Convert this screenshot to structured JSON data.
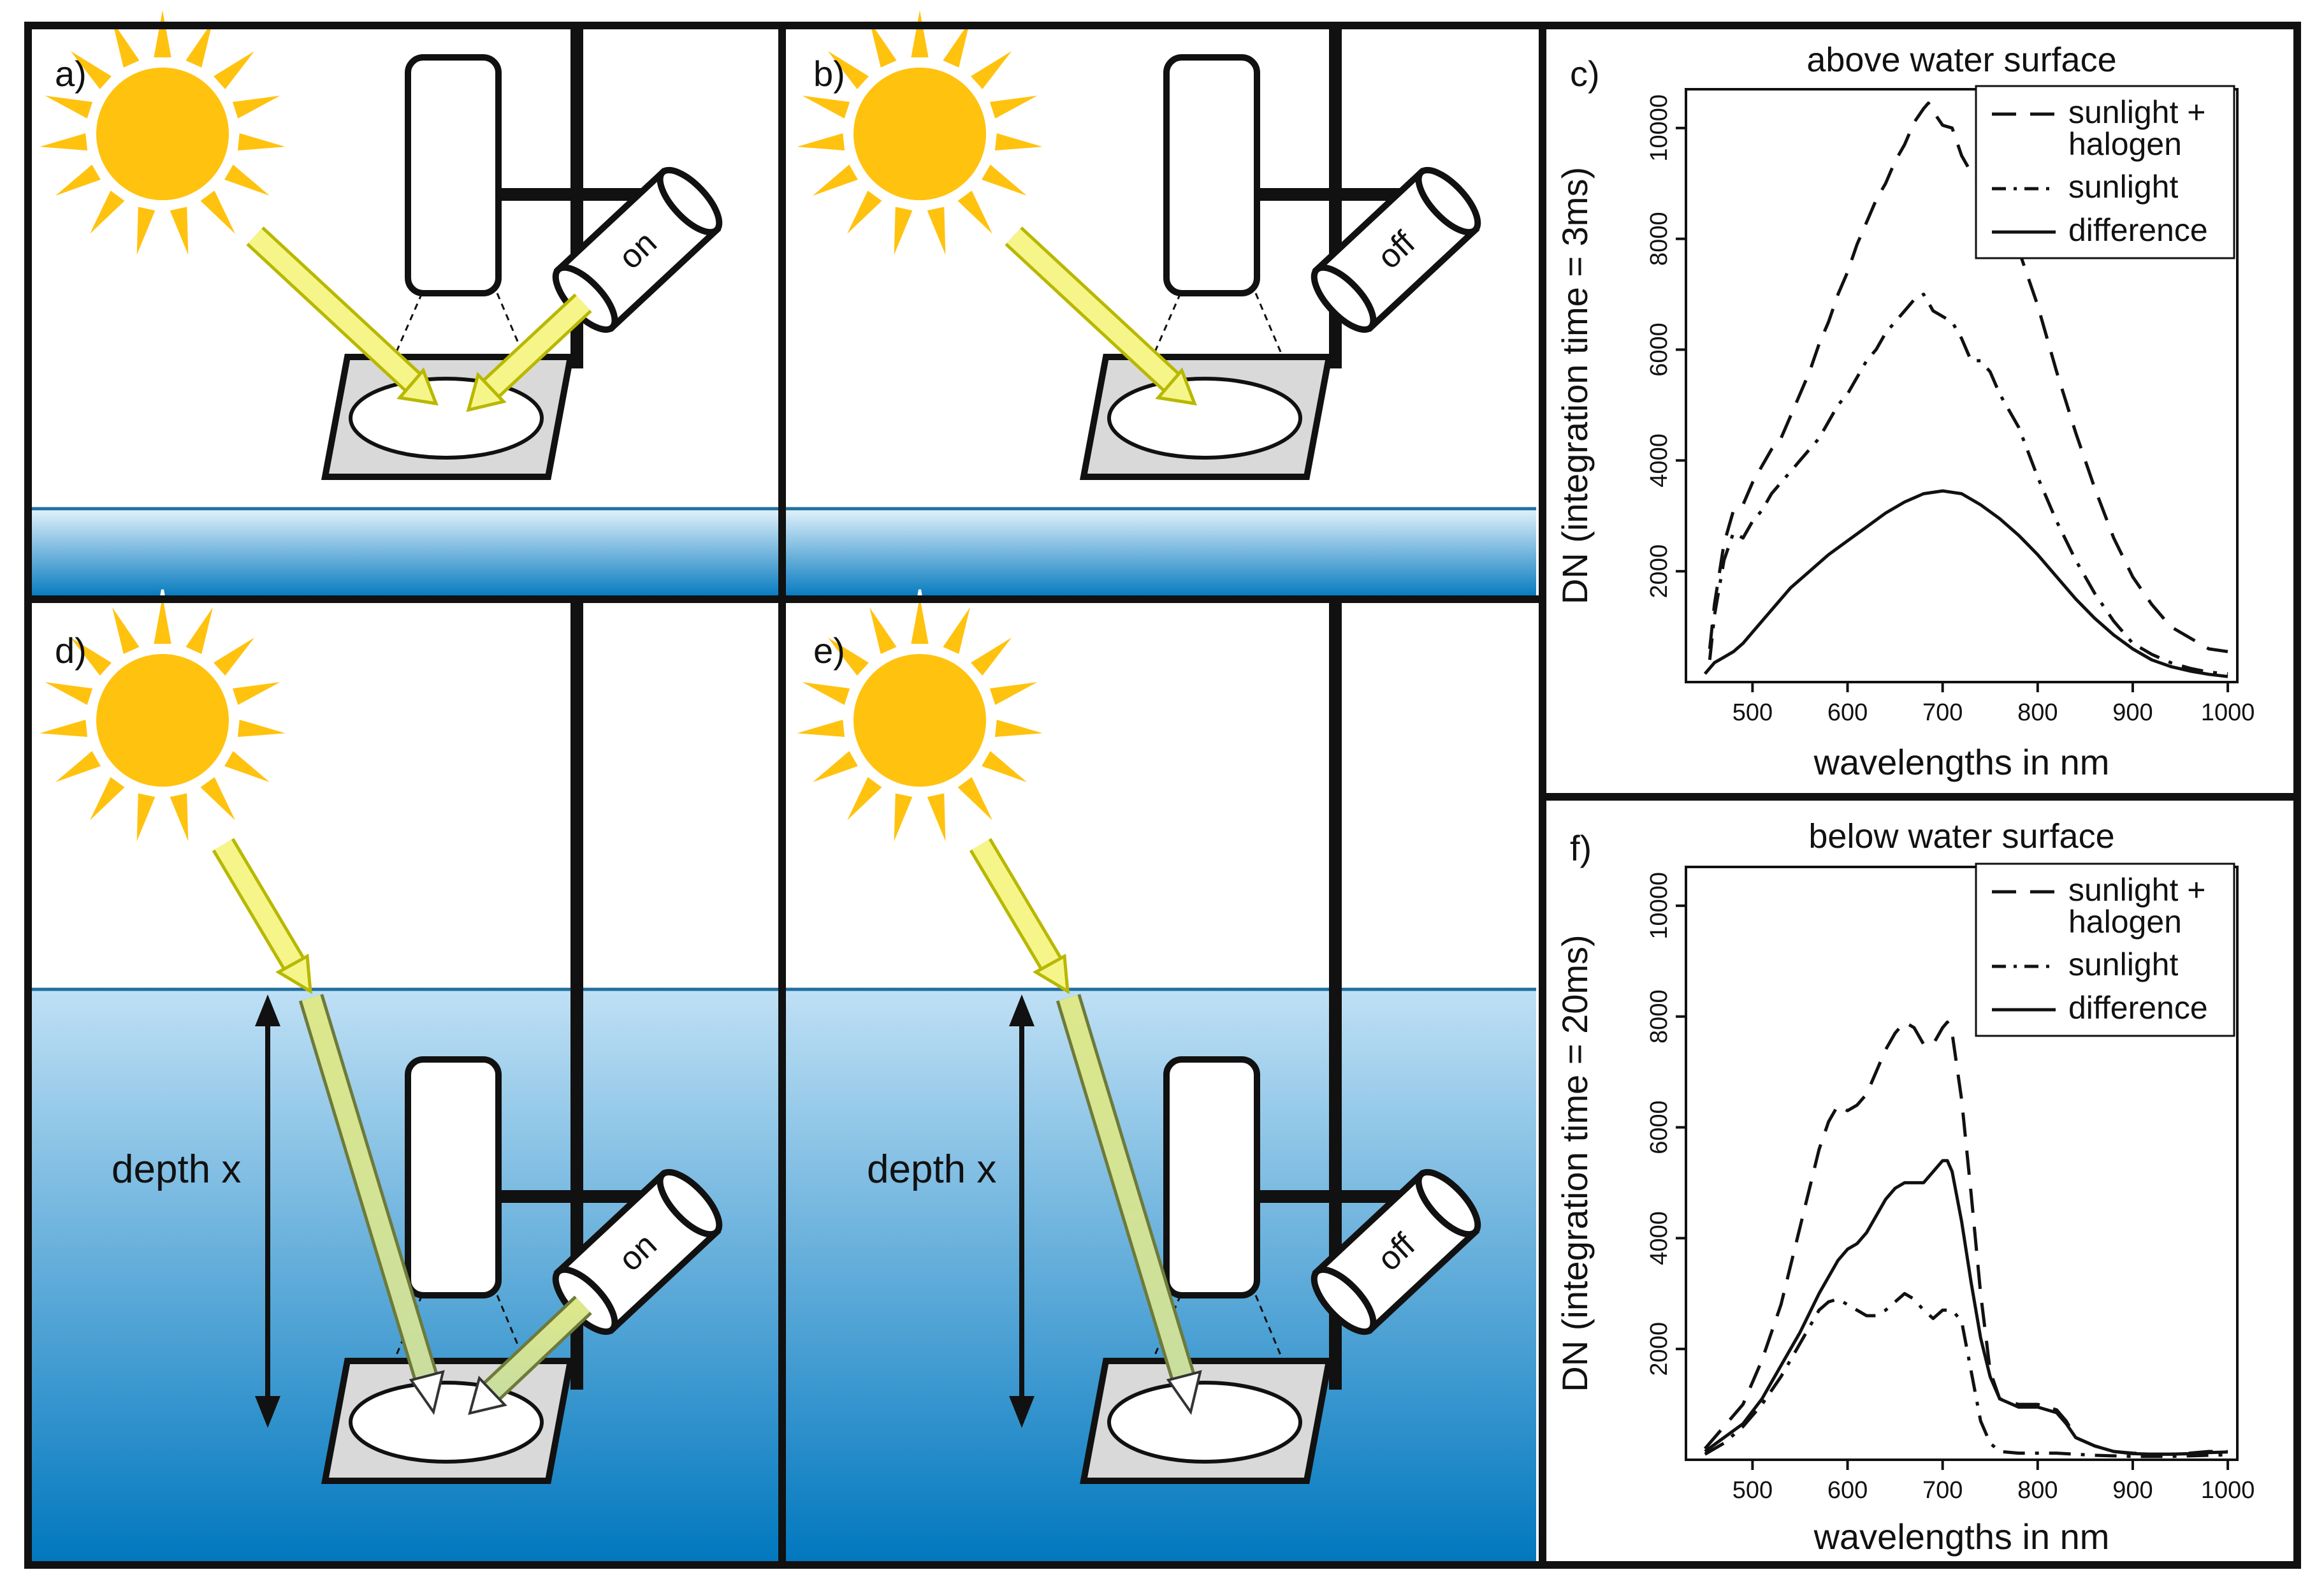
{
  "panels": {
    "a": {
      "label": "a)",
      "lamp": "on"
    },
    "b": {
      "label": "b)",
      "lamp": "off"
    },
    "c": {
      "label": "c)"
    },
    "d": {
      "label": "d)",
      "lamp": "on",
      "depth": "depth x"
    },
    "e": {
      "label": "e)",
      "lamp": "off",
      "depth": "depth x"
    },
    "f": {
      "label": "f)"
    }
  },
  "colors": {
    "sun": "#FFC20E",
    "arrow_fill": "#F5F58A",
    "arrow_stroke": "#B8B800",
    "water_top": "#BFE0F5",
    "water_bottom": "#0077BE",
    "panel_fill": "#D9D9D9"
  },
  "chart_data": [
    {
      "type": "line",
      "title": "above water surface",
      "xlabel": "wavelengths in nm",
      "ylabel": "DN (integration time = 3ms)",
      "xlim": [
        430,
        1010
      ],
      "ylim": [
        0,
        10700
      ],
      "xticks": [
        500,
        600,
        700,
        800,
        900,
        1000
      ],
      "yticks": [
        2000,
        4000,
        6000,
        8000,
        10000
      ],
      "legend_position": "top-right",
      "legend": [
        "sunlight +",
        "halogen",
        "sunlight",
        "difference"
      ],
      "series": [
        {
          "name": "sunlight + halogen",
          "style": "dashed",
          "x": [
            455,
            460,
            470,
            480,
            490,
            500,
            510,
            520,
            530,
            540,
            550,
            560,
            570,
            580,
            590,
            600,
            610,
            620,
            630,
            640,
            650,
            660,
            670,
            680,
            685,
            690,
            700,
            710,
            720,
            730,
            740,
            750,
            760,
            780,
            800,
            820,
            840,
            860,
            880,
            900,
            920,
            940,
            960,
            980,
            1000
          ],
          "y": [
            600,
            1400,
            2500,
            3100,
            3200,
            3600,
            3900,
            4200,
            4400,
            4800,
            5200,
            5600,
            6100,
            6500,
            7000,
            7400,
            7900,
            8300,
            8700,
            9000,
            9400,
            9700,
            10100,
            10350,
            10450,
            10300,
            10050,
            10000,
            9500,
            9200,
            9000,
            8700,
            8500,
            7800,
            6800,
            5600,
            4500,
            3500,
            2600,
            1900,
            1400,
            1000,
            800,
            600,
            550
          ]
        },
        {
          "name": "sunlight",
          "style": "dashdot",
          "x": [
            455,
            460,
            470,
            480,
            490,
            500,
            510,
            520,
            530,
            540,
            550,
            560,
            570,
            580,
            590,
            600,
            610,
            620,
            630,
            640,
            650,
            660,
            670,
            680,
            690,
            700,
            710,
            720,
            730,
            740,
            750,
            760,
            780,
            800,
            820,
            840,
            860,
            880,
            900,
            920,
            940,
            960,
            980,
            1000
          ],
          "y": [
            400,
            1200,
            2200,
            2700,
            2600,
            2900,
            3100,
            3400,
            3600,
            3800,
            4000,
            4200,
            4400,
            4700,
            5000,
            5200,
            5500,
            5800,
            6000,
            6300,
            6500,
            6700,
            6900,
            7000,
            6700,
            6600,
            6500,
            6200,
            5800,
            5800,
            5600,
            5200,
            4600,
            3700,
            2900,
            2200,
            1600,
            1100,
            700,
            500,
            350,
            250,
            180,
            150
          ]
        },
        {
          "name": "difference",
          "style": "solid",
          "x": [
            450,
            460,
            470,
            480,
            490,
            500,
            520,
            540,
            560,
            580,
            600,
            620,
            640,
            660,
            680,
            700,
            720,
            740,
            760,
            780,
            800,
            820,
            840,
            860,
            880,
            900,
            920,
            940,
            960,
            980,
            1000
          ],
          "y": [
            150,
            350,
            450,
            550,
            700,
            900,
            1300,
            1700,
            2000,
            2300,
            2550,
            2800,
            3050,
            3250,
            3400,
            3450,
            3400,
            3200,
            2950,
            2650,
            2300,
            1900,
            1500,
            1150,
            850,
            600,
            400,
            280,
            200,
            140,
            100
          ]
        }
      ]
    },
    {
      "type": "line",
      "title": "below water surface",
      "xlabel": "wavelengths in nm",
      "ylabel": "DN (integration time = 20ms)",
      "xlim": [
        430,
        1010
      ],
      "ylim": [
        0,
        10700
      ],
      "xticks": [
        500,
        600,
        700,
        800,
        900,
        1000
      ],
      "yticks": [
        2000,
        4000,
        6000,
        8000,
        10000
      ],
      "legend_position": "top-right",
      "legend": [
        "sunlight +",
        "halogen",
        "sunlight",
        "difference"
      ],
      "series": [
        {
          "name": "sunlight + halogen",
          "style": "dashed",
          "x": [
            450,
            470,
            490,
            510,
            530,
            550,
            570,
            580,
            590,
            600,
            610,
            620,
            630,
            640,
            650,
            660,
            670,
            680,
            690,
            700,
            705,
            710,
            720,
            730,
            740,
            750,
            760,
            780,
            800,
            820,
            830,
            840,
            860,
            880,
            900,
            920,
            940,
            960,
            980,
            1000
          ],
          "y": [
            200,
            600,
            1000,
            1800,
            2800,
            4200,
            5600,
            6100,
            6400,
            6300,
            6400,
            6600,
            7000,
            7400,
            7700,
            7900,
            7800,
            7500,
            7500,
            7800,
            7900,
            7700,
            6500,
            4800,
            3000,
            1600,
            1100,
            1000,
            1000,
            900,
            700,
            400,
            250,
            150,
            120,
            100,
            100,
            120,
            150,
            150
          ]
        },
        {
          "name": "sunlight",
          "style": "dashdot",
          "x": [
            450,
            470,
            490,
            510,
            530,
            550,
            570,
            580,
            590,
            600,
            610,
            620,
            630,
            640,
            650,
            660,
            670,
            680,
            690,
            700,
            710,
            720,
            730,
            740,
            750,
            760,
            780,
            800,
            820,
            840,
            860,
            880,
            900,
            920,
            940,
            960,
            980,
            1000
          ],
          "y": [
            100,
            300,
            600,
            1000,
            1500,
            2100,
            2700,
            2850,
            2900,
            2800,
            2700,
            2600,
            2600,
            2700,
            2850,
            3000,
            2900,
            2700,
            2550,
            2700,
            2700,
            2500,
            1600,
            700,
            300,
            150,
            120,
            120,
            120,
            100,
            80,
            70,
            60,
            60,
            60,
            70,
            80,
            90
          ]
        },
        {
          "name": "difference",
          "style": "solid",
          "x": [
            450,
            470,
            490,
            510,
            530,
            550,
            570,
            590,
            600,
            610,
            620,
            630,
            640,
            650,
            660,
            670,
            680,
            690,
            700,
            705,
            710,
            720,
            730,
            740,
            750,
            760,
            780,
            800,
            820,
            830,
            840,
            860,
            880,
            900,
            920,
            940,
            960,
            980,
            1000
          ],
          "y": [
            150,
            400,
            650,
            1100,
            1700,
            2300,
            3000,
            3600,
            3800,
            3900,
            4100,
            4400,
            4700,
            4900,
            5000,
            5000,
            5000,
            5200,
            5400,
            5400,
            5200,
            4300,
            3200,
            2200,
            1500,
            1100,
            950,
            950,
            850,
            650,
            400,
            250,
            150,
            110,
            100,
            100,
            110,
            130,
            140
          ]
        }
      ]
    }
  ]
}
